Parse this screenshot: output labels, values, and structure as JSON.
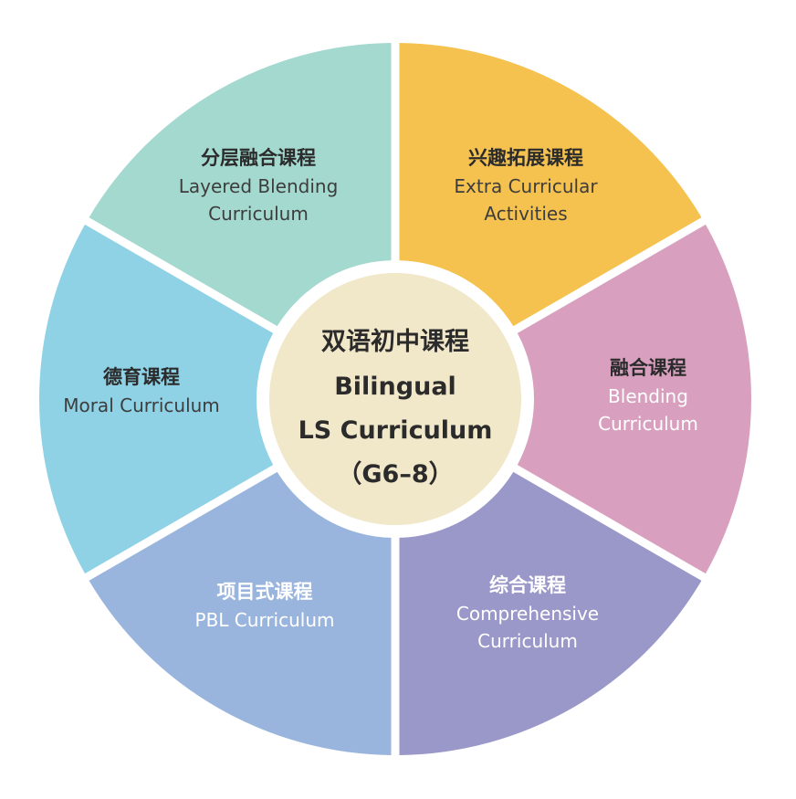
{
  "center": {
    "title_cn": "双语初中课程",
    "title_en_line1": "Bilingual",
    "title_en_line2": "LS Curriculum",
    "grades": "（G6–8）",
    "color": "#f1e7c9"
  },
  "segments": [
    {
      "id": "extra",
      "title_cn": "兴趣拓展课程",
      "sub_lines": [
        "Extra Curricular",
        "Activities"
      ],
      "color": "#f5c24f",
      "title_color": "#2b2b2b",
      "sub_color": "#3d3d3d"
    },
    {
      "id": "blending",
      "title_cn": "融合课程",
      "sub_lines": [
        "Blending",
        "Curriculum"
      ],
      "color": "#d8a0be",
      "title_color": "#2b2b2b",
      "sub_color": "#ffffff"
    },
    {
      "id": "comprehensive",
      "title_cn": "综合课程",
      "sub_lines": [
        "Comprehensive",
        "Curriculum"
      ],
      "color": "#9a98c9",
      "title_color": "#ffffff",
      "sub_color": "#ffffff"
    },
    {
      "id": "pbl",
      "title_cn": "项目式课程",
      "sub_lines": [
        "PBL Curriculum"
      ],
      "color": "#9ab5dd",
      "title_color": "#ffffff",
      "sub_color": "#ffffff"
    },
    {
      "id": "moral",
      "title_cn": "德育课程",
      "sub_lines": [
        "Moral Curriculum"
      ],
      "color": "#8fd2e6",
      "title_color": "#2b2b2b",
      "sub_color": "#3d3d3d"
    },
    {
      "id": "layered",
      "title_cn": "分层融合课程",
      "sub_lines": [
        "Layered Blending",
        "Curriculum"
      ],
      "color": "#a3d9cf",
      "title_color": "#2b2b2b",
      "sub_color": "#3d3d3d"
    }
  ]
}
